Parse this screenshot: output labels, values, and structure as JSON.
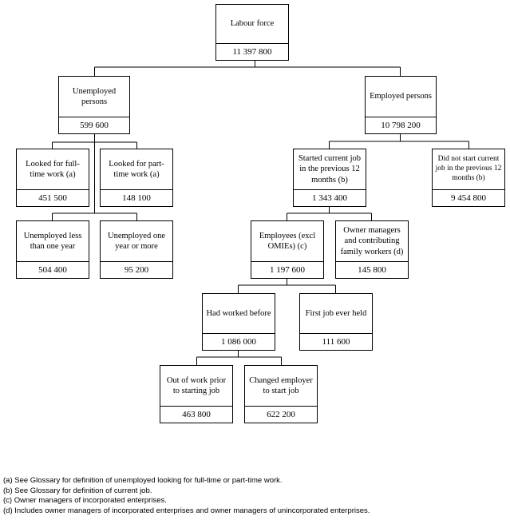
{
  "nodes": {
    "labour_force": {
      "label": "Labour force",
      "value": "11 397 800"
    },
    "unemployed": {
      "label": "Unemployed persons",
      "value": "599 600"
    },
    "employed": {
      "label": "Employed persons",
      "value": "10 798 200"
    },
    "looked_fulltime": {
      "label": "Looked for full-time work (a)",
      "value": "451 500"
    },
    "looked_parttime": {
      "label": "Looked for part-time work (a)",
      "value": "148 100"
    },
    "unemp_lt_year": {
      "label": "Unemployed less than one year",
      "value": "504 400"
    },
    "unemp_year_more": {
      "label": "Unemployed one year or more",
      "value": "95 200"
    },
    "started_current": {
      "label": "Started current job in the previous 12 months (b)",
      "value": "1 343 400"
    },
    "did_not_start": {
      "label": "Did not start current job in the previous 12 months (b)",
      "value": "9 454 800"
    },
    "employees": {
      "label": "Employees (excl OMIEs) (c)",
      "value": "1 197 600"
    },
    "owner_managers": {
      "label": "Owner managers and contributing family workers (d)",
      "value": "145 800"
    },
    "worked_before": {
      "label": "Had worked before",
      "value": "1 086 000"
    },
    "first_job": {
      "label": "First job ever held",
      "value": "111 600"
    },
    "out_of_work": {
      "label": "Out of work prior to starting job",
      "value": "463 800"
    },
    "changed_employer": {
      "label": "Changed employer to start job",
      "value": "622 200"
    }
  },
  "notes": [
    "(a) See Glossary for definition of unemployed looking for full-time or part-time work.",
    "(b) See Glossary for definition of current job.",
    "(c) Owner managers of incorporated enterprises.",
    "(d) Includes owner managers of incorporated enterprises and owner managers of unincorporated enterprises."
  ]
}
